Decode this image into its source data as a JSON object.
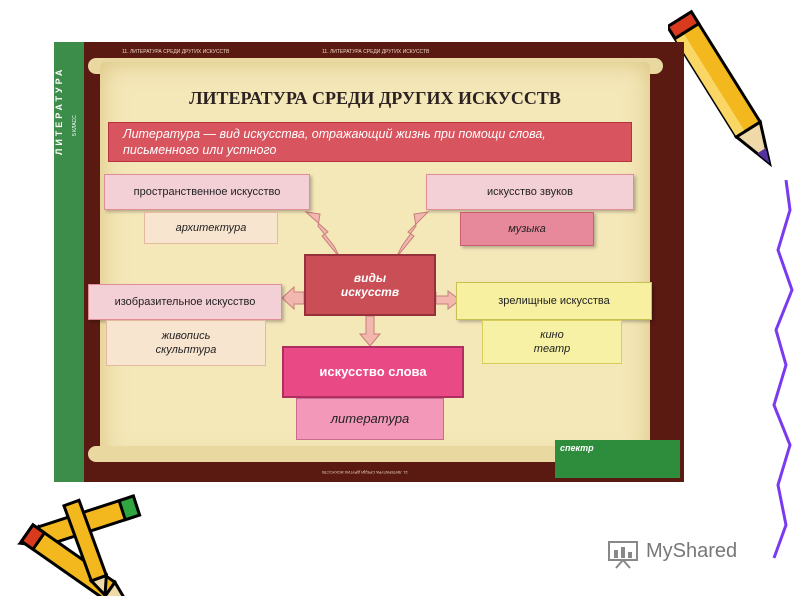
{
  "poster": {
    "sidebar_title": "ЛИТЕРАТУРА",
    "sidebar_grade": "5 КЛАСС",
    "top_strip": "11. ЛИТЕРАТУРА СРЕДИ ДРУГИХ ИСКУССТВ",
    "bottom_strip": "11. ЛИТЕРАТУРА СРЕДИ ДРУГИХ ИСКУССТВ",
    "title": "ЛИТЕРАТУРА СРЕДИ ДРУГИХ ИСКУССТВ",
    "definition": "Литература — вид искусства, отражающий жизнь при помощи слова, письменного или устного",
    "center": "виды искусств",
    "nodes": [
      {
        "label": "пространственное искусство",
        "examples": "архитектура"
      },
      {
        "label": "искусство звуков",
        "examples": "музыка"
      },
      {
        "label": "изобразительное искусство",
        "examples": "живопись скульптура"
      },
      {
        "label": "зрелищные искусства",
        "examples": "кино театр"
      },
      {
        "label": "искусство слова",
        "examples": "литература"
      }
    ],
    "publisher": "спектр"
  },
  "watermark": "MyShared",
  "colors": {
    "frame": "#5a1a12",
    "sidebar": "#3d8d4a",
    "parchment": "#f4e7b8",
    "definition": "#d8545e",
    "word_art": "#e94a85"
  }
}
